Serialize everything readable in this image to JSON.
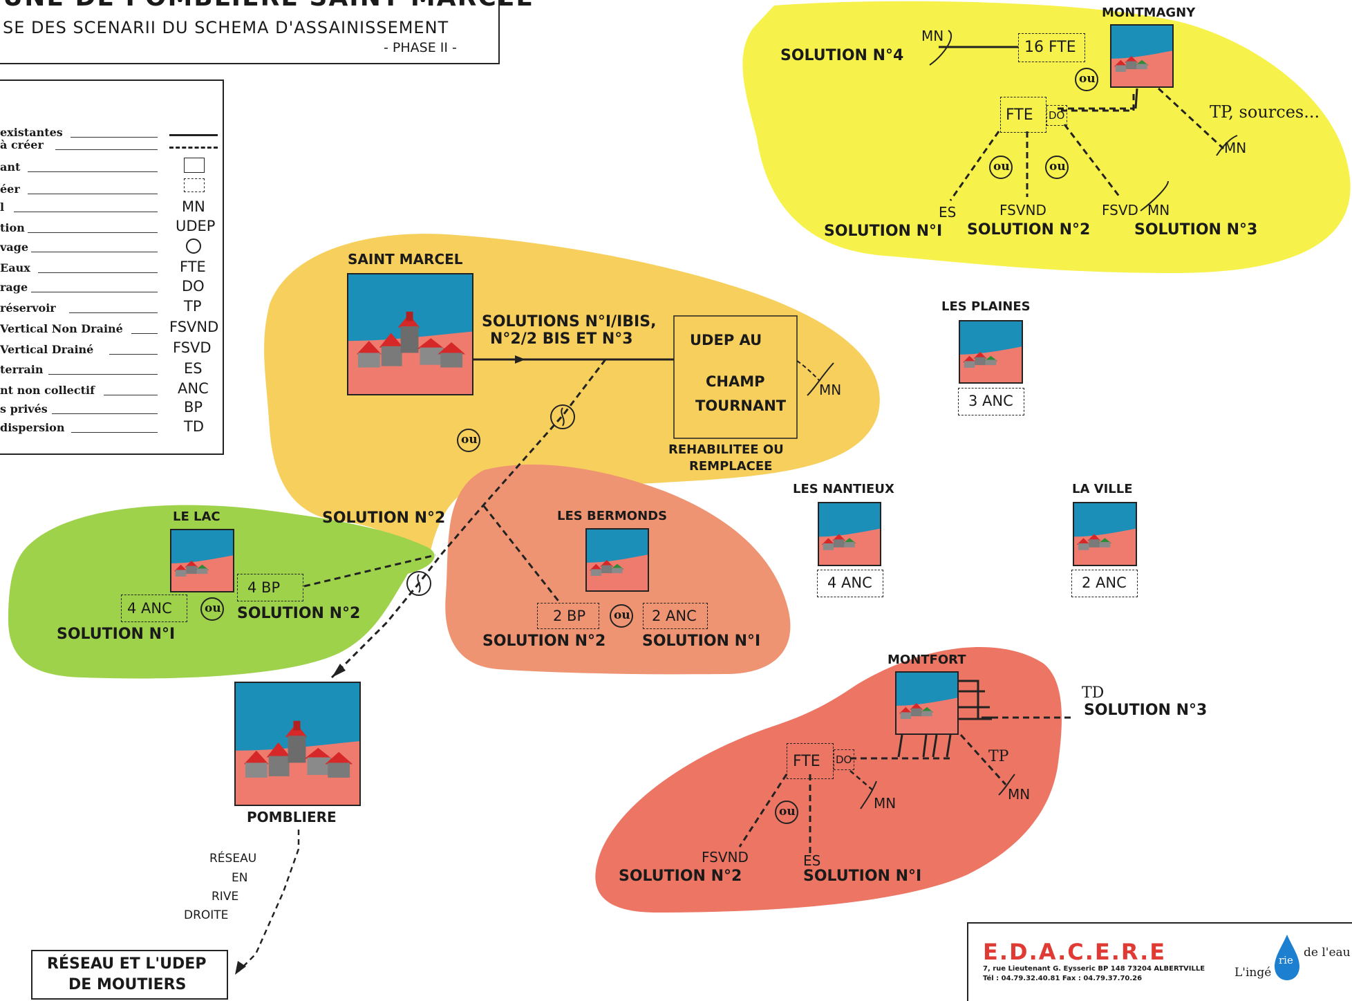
{
  "header": {
    "title_partial": "UNE DE POMBLIERE SAINT MARCEL",
    "subtitle": "SE DES SCENARII DU SCHEMA D'ASSAINISSEMENT",
    "phase": "- PHASE II -"
  },
  "legend": {
    "rows": [
      {
        "label": "existantes",
        "abbr": ""
      },
      {
        "label": "à créer",
        "abbr": ""
      },
      {
        "label": "ant",
        "abbr": ""
      },
      {
        "label": "éer",
        "abbr": ""
      },
      {
        "label": "l",
        "abbr": "MN"
      },
      {
        "label": "tion",
        "abbr": "UDEP"
      },
      {
        "label": "vage",
        "abbr": ""
      },
      {
        "label": "Eaux",
        "abbr": "FTE"
      },
      {
        "label": "rage",
        "abbr": "DO"
      },
      {
        "label": "réservoir",
        "abbr": "TP"
      },
      {
        "label": "Vertical Non Drainé",
        "abbr": "FSVND"
      },
      {
        "label": "Vertical Drainé",
        "abbr": "FSVD"
      },
      {
        "label": "terrain",
        "abbr": "ES"
      },
      {
        "label": "nt non collectif",
        "abbr": "ANC"
      },
      {
        "label": "s privés",
        "abbr": "BP"
      },
      {
        "label": "dispersion",
        "abbr": "TD"
      }
    ]
  },
  "zones": {
    "montmagny": {
      "name": "MONTMAGNY",
      "solution4": "SOLUTION N°4",
      "fte16": "16 FTE",
      "fte": "FTE",
      "do": "DO",
      "ou1": "ou",
      "ou2": "ou",
      "ou3": "ou",
      "tp_sources": "TP,  sources...",
      "mn1": "MN",
      "mn2": "MN",
      "mn3": "MN",
      "es": "ES",
      "fsvnd": "FSVND",
      "fsvd": "FSVD",
      "sol1": "SOLUTION N°I",
      "sol2": "SOLUTION N°2",
      "sol3": "SOLUTION N°3"
    },
    "saint_marcel": {
      "name": "SAINT MARCEL",
      "solutions_line1": "SOLUTIONS N°I/IBIS,",
      "solutions_line2": "N°2/2 BIS ET N°3",
      "udep_line1": "UDEP AU",
      "udep_line2": "CHAMP",
      "udep_line3": "TOURNANT",
      "mn": "MN",
      "rehab_line1": "REHABILITEE OU",
      "rehab_line2": "REMPLACEE",
      "ou": "ou",
      "solution2": "SOLUTION N°2"
    },
    "le_lac": {
      "name": "LE LAC",
      "bp": "4 BP",
      "anc": "4 ANC",
      "ou": "ou",
      "sol2": "SOLUTION N°2",
      "sol1": "SOLUTION N°I"
    },
    "les_bermonds": {
      "name": "LES BERMONDS",
      "bp": "2 BP",
      "anc": "2 ANC",
      "ou": "ou",
      "sol2": "SOLUTION N°2",
      "sol1": "SOLUTION N°I"
    },
    "les_plaines": {
      "name": "LES PLAINES",
      "anc": "3 ANC"
    },
    "les_nantieux": {
      "name": "LES NANTIEUX",
      "anc": "4 ANC"
    },
    "la_ville": {
      "name": "LA VILLE",
      "anc": "2 ANC"
    },
    "montfort": {
      "name": "MONTFORT",
      "td": "TD",
      "sol3": "SOLUTION N°3",
      "fte": "FTE",
      "do": "DO",
      "tp": "TP",
      "mn1": "MN",
      "mn2": "MN",
      "ou": "ou",
      "fsvnd": "FSVND",
      "es": "ES",
      "sol2": "SOLUTION N°2",
      "sol1": "SOLUTION N°I"
    },
    "pombliere": {
      "name": "POMBLIERE",
      "reseau_1": "RÉSEAU",
      "reseau_2": "EN",
      "reseau_3": "RIVE",
      "reseau_4": "DROITE",
      "moutiers_1": "RÉSEAU ET L'UDEP",
      "moutiers_2": "DE MOUTIERS"
    }
  },
  "footer": {
    "company": "E.D.A.C.E.R.E",
    "address": "7, rue Lieutenant G. Eysseric BP 148   73204 ALBERTVILLE",
    "phones": "Tél  :  04.79.32.40.81     Fax :  04.79.37.70.26",
    "slogan_a": "L'ingé",
    "slogan_b": "rie",
    "slogan_c": "de l'eau"
  },
  "colors": {
    "yellow_zone": "#f7f24b",
    "orange_zone": "#f6cf5c",
    "green_zone": "#9ed24a",
    "salmon_zone": "#ef9473",
    "red_zone": "#ec7563",
    "sky": "#1b8fb8",
    "ground": "#ef7b6e",
    "brand_red": "#e03a34"
  }
}
